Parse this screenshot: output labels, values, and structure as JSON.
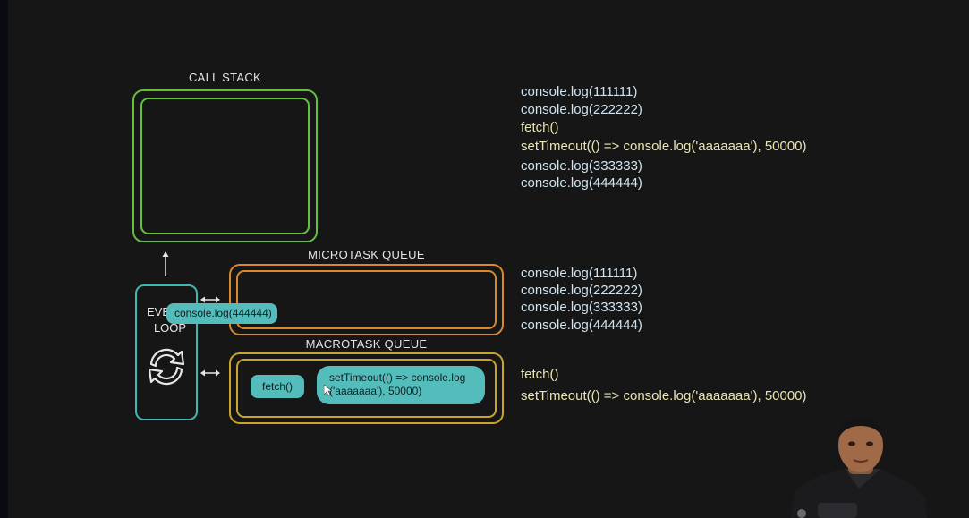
{
  "diagram": {
    "call_stack_title": "CALL STACK",
    "microtask_title": "MICROTASK QUEUE",
    "macrotask_title": "MACROTASK QUEUE",
    "event_loop_line1": "EVE",
    "event_loop_line2": "LOOP",
    "dragging_item": "console.log(444444)",
    "macrotask_items": [
      "fetch()",
      "setTimeout(()  => console.log",
      "('aaaaaaa'), 50000)"
    ]
  },
  "code_block_1": [
    "console.log(111111)",
    "console.log(222222)",
    "fetch()",
    "setTimeout(()  => console.log('aaaaaaa'), 50000)",
    "console.log(333333)",
    "console.log(444444)"
  ],
  "code_block_2": [
    "console.log(111111)",
    "console.log(222222)",
    "console.log(333333)",
    "console.log(444444)"
  ],
  "code_block_3": [
    "fetch()",
    "setTimeout(()  => console.log('aaaaaaa'), 50000)"
  ],
  "colors": {
    "call_stack": "#61c23a",
    "microtask": "#d9892a",
    "macrotask": "#c9a52c",
    "event_loop": "#3fb7b2",
    "pill": "#55bcbc"
  }
}
